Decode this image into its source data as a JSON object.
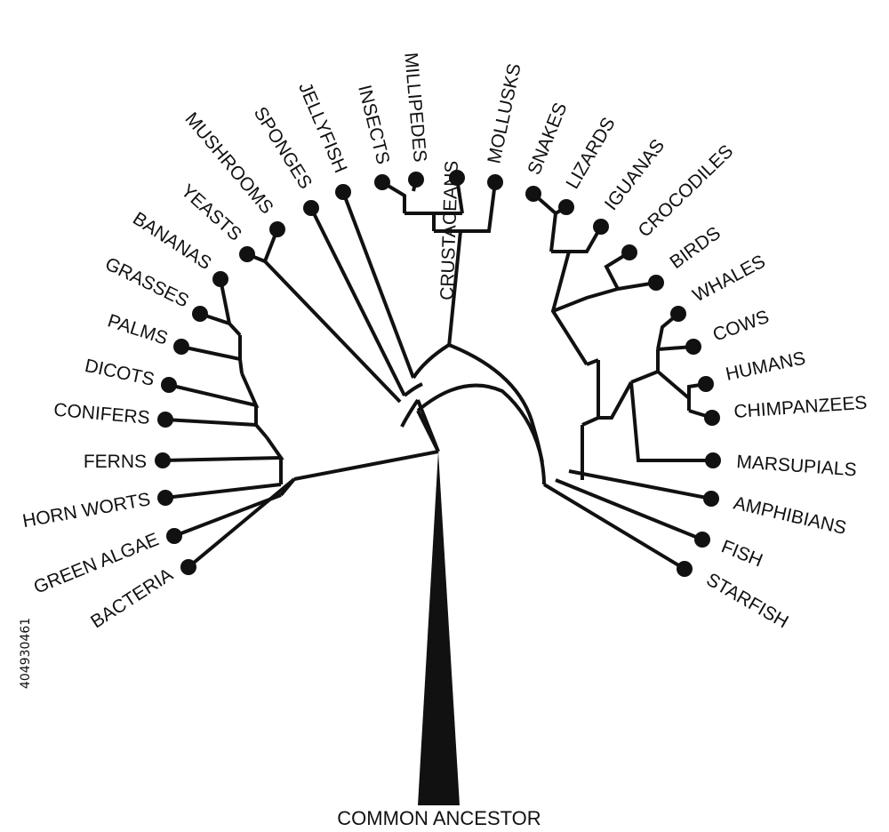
{
  "root_label": "COMMON ANCESTOR",
  "watermark_id": "404930461",
  "colors": {
    "ink": "#111111",
    "background": "#ffffff"
  },
  "leaves": [
    "BACTERIA",
    "GREEN ALGAE",
    "HORN WORTS",
    "FERNS",
    "CONIFERS",
    "DICOTS",
    "PALMS",
    "GRASSES",
    "BANANAS",
    "YEASTS",
    "MUSHROOMS",
    "SPONGES",
    "JELLYFISH",
    "INSECTS",
    "MILLIPEDES",
    "CRUSTACEANS",
    "MOLLUSKS",
    "SNAKES",
    "LIZARDS",
    "IGUANAS",
    "CROCODILES",
    "BIRDS",
    "WHALES",
    "COWS",
    "HUMANS",
    "CHIMPANZEES",
    "MARSUPIALS",
    "AMPHIBIANS",
    "FISH",
    "STARFISH"
  ]
}
